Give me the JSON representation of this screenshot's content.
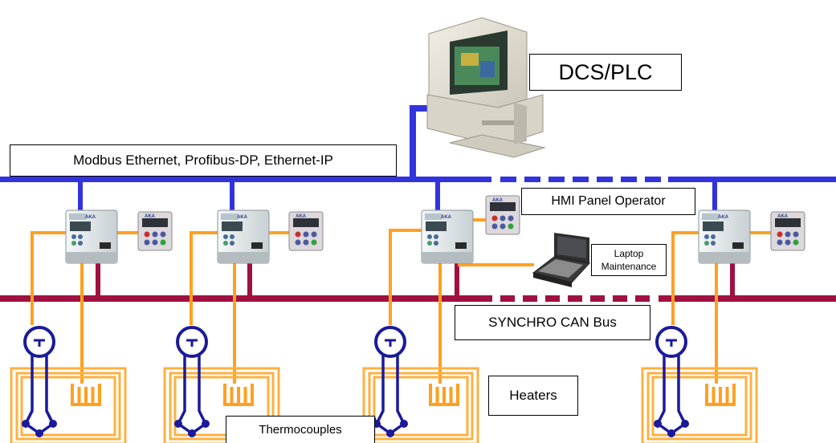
{
  "labels": {
    "dcs_plc": "DCS/PLC",
    "network": "Modbus Ethernet, Profibus-DP, Ethernet-IP",
    "hmi": "HMI Panel Operator",
    "laptop_line1": "Laptop",
    "laptop_line2": "Maintenance",
    "can_bus": "SYNCHRO CAN Bus",
    "heaters": "Heaters",
    "thermocouples": "Thermocouples"
  },
  "device_badge": "AKA",
  "colors": {
    "network_bus": "#3333dd",
    "can_bus": "#a01040",
    "signal_wire": "#ffa020",
    "thermocouple": "#1a1a9a",
    "heater_frame": "#ffb040",
    "device_body": "#e8eef0",
    "keypad": "#d8d4d8"
  },
  "icons": [
    "computer-icon",
    "drive-unit-icon",
    "keypad-panel-icon",
    "laptop-icon",
    "thermocouple-icon",
    "heater-coil-icon"
  ]
}
